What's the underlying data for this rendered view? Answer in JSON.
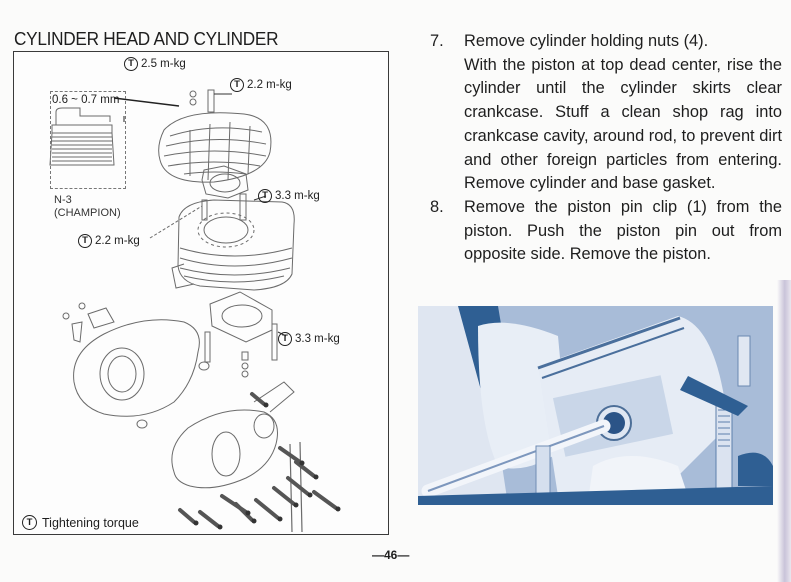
{
  "page": {
    "section_title": "CYLINDER HEAD AND CYLINDER",
    "page_number": "—46—"
  },
  "figure": {
    "torque_symbol": "T",
    "torque_specs": [
      {
        "part": "cylinder-head-nut",
        "value": "2.5 m-kg"
      },
      {
        "part": "spark-plug",
        "value": "2.2 m-kg"
      },
      {
        "part": "cylinder-head-stud",
        "value": "3.3 m-kg"
      },
      {
        "part": "cylinder-nut",
        "value": "2.2 m-kg"
      },
      {
        "part": "cylinder-stud",
        "value": "3.3 m-kg"
      }
    ],
    "spark_plug_gap": "0.6 ~ 0.7 mm",
    "spark_plug_model": "N-3",
    "spark_plug_brand": "(CHAMPION)",
    "legend": "Tightening torque"
  },
  "instructions": [
    {
      "number": "7.",
      "lead": "Remove cylinder holding nuts (4).",
      "body": "With the piston at top dead center, rise the cylinder until the cylinder skirts clear crankcase. Stuff a clean shop rag into crankcase cavity, around rod, to prevent dirt and other foreign particles from entering. Remove cylinder and base gasket."
    },
    {
      "number": "8.",
      "lead": "",
      "body": "Remove the piston pin clip (1) from the piston. Push the piston pin out from opposite side. Remove the piston."
    }
  ],
  "colors": {
    "photo_dark": "#2f5f93",
    "photo_mid": "#8fa9cb",
    "photo_light": "#e4ebf4",
    "ink": "#1e1e1e"
  }
}
